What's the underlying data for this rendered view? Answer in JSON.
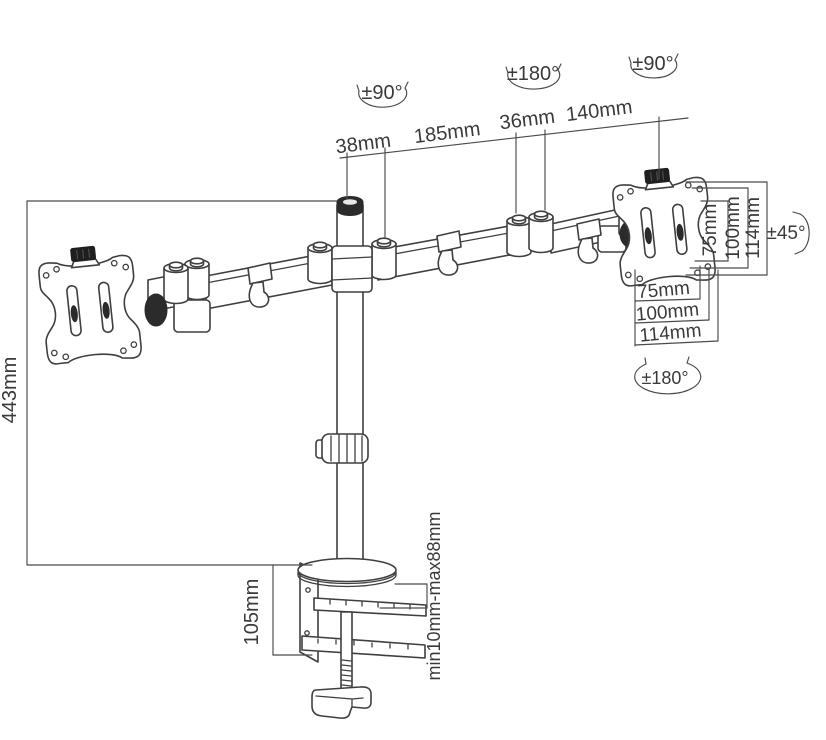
{
  "diagram": {
    "colors": {
      "line": "#3f3f3f",
      "dimension_line": "#4a4a4a",
      "text": "#3a3a3a",
      "knob": "#1f1f1f",
      "background": "#ffffff"
    },
    "rotation": {
      "pole_swivel": "±90°",
      "elbow_swivel": "±180°",
      "head_swivel": "±90°",
      "head_tilt": "±45°",
      "head_rotation": "±180°"
    },
    "linear": {
      "pole_to_joint": "38mm",
      "inner_arm": "185mm",
      "elbow_width": "36mm",
      "outer_arm": "140mm",
      "pole_height": "443mm",
      "clamp_height": "105mm",
      "desk_thickness": "min10mm-max88mm"
    },
    "vesa_vertical": [
      "75mm",
      "100mm",
      "114mm"
    ],
    "vesa_horizontal": [
      "75mm",
      "100mm",
      "114mm"
    ]
  }
}
